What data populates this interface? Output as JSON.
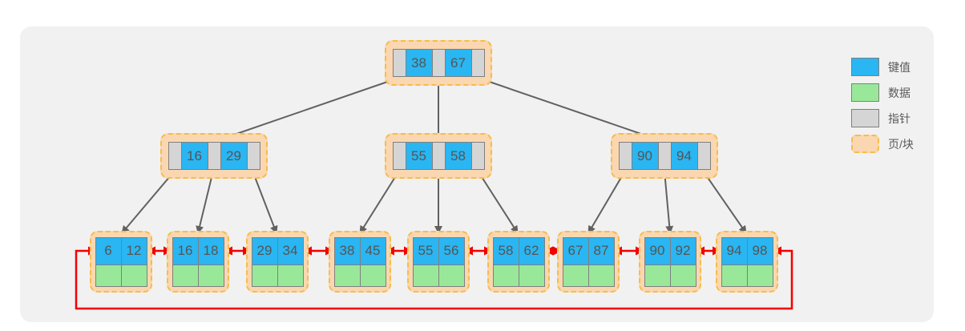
{
  "legend": {
    "items": [
      {
        "label": "键值",
        "color": "#29b6f2"
      },
      {
        "label": "数据",
        "color": "#99e899"
      },
      {
        "label": "指针",
        "color": "#d5d5d5"
      },
      {
        "label": "页/块",
        "color": "#fad7b0"
      }
    ]
  },
  "tree": {
    "root": {
      "keys": [
        "38",
        "67"
      ]
    },
    "internal_nodes": [
      {
        "keys": [
          "16",
          "29"
        ]
      },
      {
        "keys": [
          "55",
          "58"
        ]
      },
      {
        "keys": [
          "90",
          "94"
        ]
      }
    ],
    "leaf_nodes": [
      {
        "keys": [
          "6",
          "12"
        ]
      },
      {
        "keys": [
          "16",
          "18"
        ]
      },
      {
        "keys": [
          "29",
          "34"
        ]
      },
      {
        "keys": [
          "38",
          "45"
        ]
      },
      {
        "keys": [
          "55",
          "56"
        ]
      },
      {
        "keys": [
          "58",
          "62"
        ]
      },
      {
        "keys": [
          "67",
          "87"
        ]
      },
      {
        "keys": [
          "90",
          "92"
        ]
      },
      {
        "keys": [
          "94",
          "98"
        ]
      }
    ]
  },
  "colors": {
    "page_fill": "#fad7b0",
    "page_border": "#f5bd4a",
    "tree_edge": "#616161",
    "leaf_link": "#f20000",
    "panel": "#f1f1f1"
  }
}
